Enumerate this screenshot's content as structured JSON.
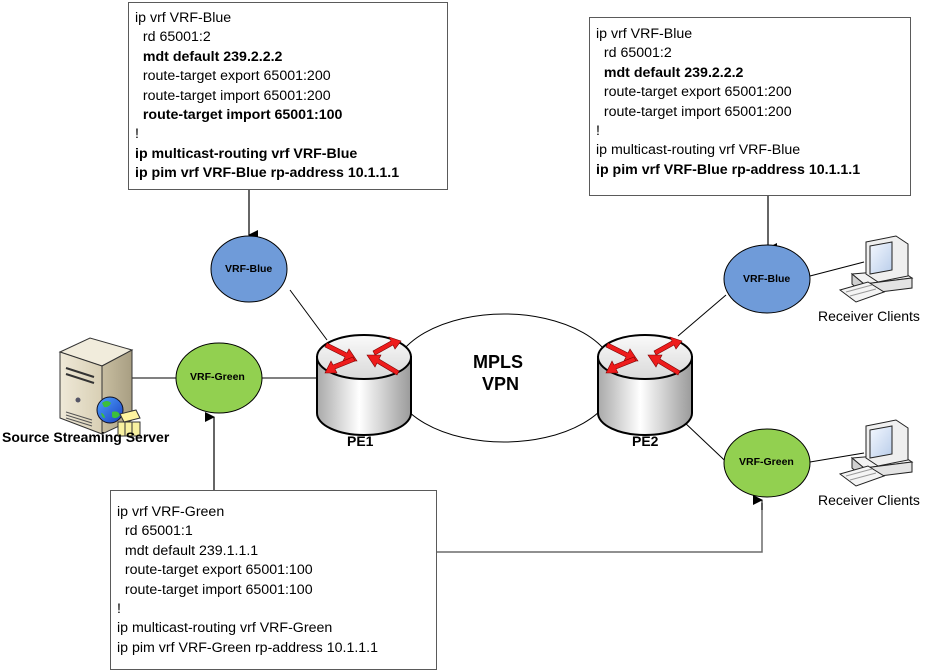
{
  "diagram": {
    "title": "",
    "mpls_cloud": {
      "line1": "MPLS",
      "line2": "VPN"
    },
    "routers": [
      {
        "id": "pe1",
        "label": "PE1"
      },
      {
        "id": "pe2",
        "label": "PE2"
      }
    ],
    "vrf_nodes": [
      {
        "id": "pe1-blue",
        "label": "VRF-Blue",
        "color": "#6f9bd9"
      },
      {
        "id": "pe1-green",
        "label": "VRF-Green",
        "color": "#92d050"
      },
      {
        "id": "pe2-blue",
        "label": "VRF-Blue",
        "color": "#6f9bd9"
      },
      {
        "id": "pe2-green",
        "label": "VRF-Green",
        "color": "#92d050"
      }
    ],
    "hosts": {
      "source": "Source Streaming Server",
      "receiver_blue": "Receiver Clients",
      "receiver_green": "Receiver Clients"
    },
    "config_boxes": {
      "pe1_blue": [
        {
          "text": "ip vrf VRF-Blue",
          "bold": false
        },
        {
          "text": "  rd 65001:2",
          "bold": false
        },
        {
          "text": "  mdt default 239.2.2.2",
          "bold": true
        },
        {
          "text": "  route-target export 65001:200",
          "bold": false
        },
        {
          "text": "  route-target import 65001:200",
          "bold": false
        },
        {
          "text": "  route-target import 65001:100",
          "bold": true
        },
        {
          "text": "!",
          "bold": false
        },
        {
          "text": "ip multicast-routing vrf VRF-Blue",
          "bold": true
        },
        {
          "text": "ip pim vrf VRF-Blue rp-address 10.1.1.1",
          "bold": true
        }
      ],
      "pe2_blue": [
        {
          "text": "ip vrf VRF-Blue",
          "bold": false
        },
        {
          "text": "  rd 65001:2",
          "bold": false
        },
        {
          "text": "  mdt default 239.2.2.2",
          "bold": true
        },
        {
          "text": "  route-target export 65001:200",
          "bold": false
        },
        {
          "text": "  route-target import 65001:200",
          "bold": false
        },
        {
          "text": "!",
          "bold": false
        },
        {
          "text": "ip multicast-routing vrf VRF-Blue",
          "bold": false
        },
        {
          "text": "ip pim vrf VRF-Blue rp-address 10.1.1.1",
          "bold": true
        }
      ],
      "green": [
        {
          "text": "ip vrf VRF-Green",
          "bold": false
        },
        {
          "text": "  rd 65001:1",
          "bold": false
        },
        {
          "text": "  mdt default 239.1.1.1",
          "bold": false
        },
        {
          "text": "  route-target export 65001:100",
          "bold": false
        },
        {
          "text": "  route-target import 65001:100",
          "bold": false
        },
        {
          "text": "!",
          "bold": false
        },
        {
          "text": "ip multicast-routing vrf VRF-Green",
          "bold": false
        },
        {
          "text": "ip pim vrf VRF-Green rp-address 10.1.1.1",
          "bold": false
        }
      ]
    },
    "colors": {
      "router_arrow": "#ee1c1c",
      "blue_vrf": "#6f9bd9",
      "green_vrf": "#92d050",
      "line": "#000000",
      "box_border": "#5a5a5a"
    }
  }
}
